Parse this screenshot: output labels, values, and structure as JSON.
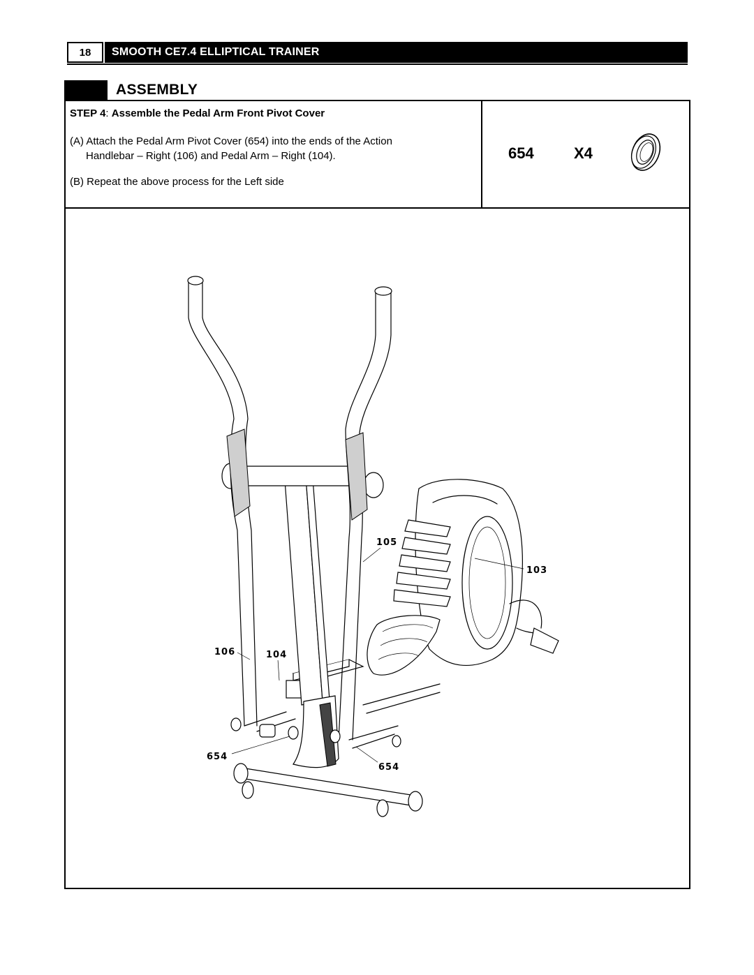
{
  "header": {
    "page_number": "18",
    "title": "SMOOTH CE7.4 ELLIPTICAL TRAINER"
  },
  "section": {
    "title": "ASSEMBLY"
  },
  "step": {
    "number_label": "STEP 4",
    "title": "Assemble the Pedal Arm Front Pivot Cover",
    "instruction_a_line1": "(A) Attach the Pedal Arm Pivot Cover (654) into the ends of the Action",
    "instruction_a_line2": "Handlebar – Right (106) and Pedal Arm – Right (104).",
    "instruction_b": "(B) Repeat the above process for the Left side"
  },
  "parts": {
    "part_number": "654",
    "quantity": "X4",
    "icon": "pivot-cover-ring-icon"
  },
  "callouts": {
    "c105": "105",
    "c103": "103",
    "c106": "106",
    "c104": "104",
    "c654_left": "654",
    "c654_right": "654"
  }
}
